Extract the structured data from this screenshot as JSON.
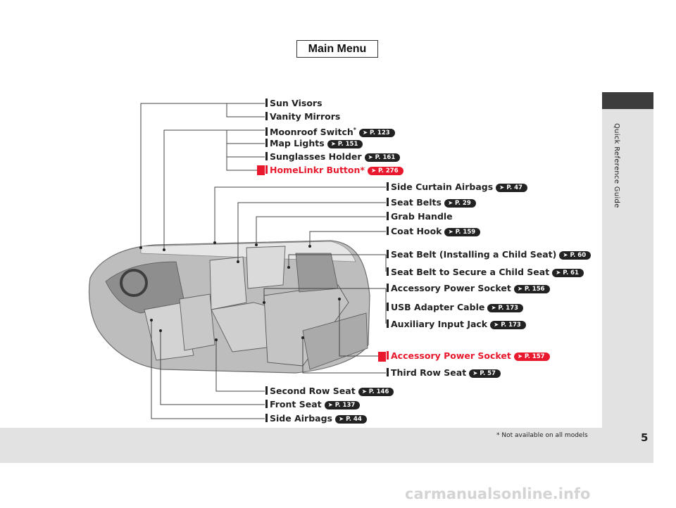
{
  "main_menu": {
    "label": "Main Menu"
  },
  "side_tab": {
    "label": "Quick Reference Guide"
  },
  "page_number": "5",
  "footnote": "* Not available on all models",
  "callouts": [
    {
      "label": "Sun Visors",
      "ref": "",
      "star": ""
    },
    {
      "label": "Vanity Mirrors",
      "ref": "",
      "star": ""
    },
    {
      "label": "Moonroof Switch",
      "ref": "P. 123",
      "star": "*"
    },
    {
      "label": "Map Lights",
      "ref": "P. 151",
      "star": ""
    },
    {
      "label": "Sunglasses Holder",
      "ref": "P. 161",
      "star": ""
    },
    {
      "label": "HomeLinkr Button*",
      "ref": "P. 276",
      "star": ""
    },
    {
      "label": "Side Curtain Airbags",
      "ref": "P. 47",
      "star": ""
    },
    {
      "label": "Seat Belts",
      "ref": "P. 29",
      "star": ""
    },
    {
      "label": "Grab Handle",
      "ref": "",
      "star": ""
    },
    {
      "label": "Coat Hook",
      "ref": "P. 159",
      "star": ""
    },
    {
      "label": "Seat Belt (Installing a Child Seat)",
      "ref": "P. 60",
      "star": ""
    },
    {
      "label": "Seat Belt to Secure a Child Seat",
      "ref": "P. 61",
      "star": ""
    },
    {
      "label": "Accessory Power Socket",
      "ref": "P. 156",
      "star": ""
    },
    {
      "label": "USB Adapter Cable",
      "ref": "P. 173",
      "star": ""
    },
    {
      "label": "Auxiliary Input Jack",
      "ref": "P. 173",
      "star": ""
    },
    {
      "label": "Accessory Power Socket",
      "ref": "P. 157",
      "star": ""
    },
    {
      "label": "Third Row Seat",
      "ref": "P. 57",
      "star": ""
    },
    {
      "label": "Second Row Seat",
      "ref": "P. 146",
      "star": ""
    },
    {
      "label": "Front Seat",
      "ref": "P. 137",
      "star": ""
    },
    {
      "label": "Side Airbags",
      "ref": "P. 44",
      "star": ""
    }
  ],
  "watermark": "carmanualsonline.info",
  "colors": {
    "accent_red": "#e8192c",
    "band_gray": "#e2e2e2",
    "tab_dark": "#3c3c3c"
  }
}
